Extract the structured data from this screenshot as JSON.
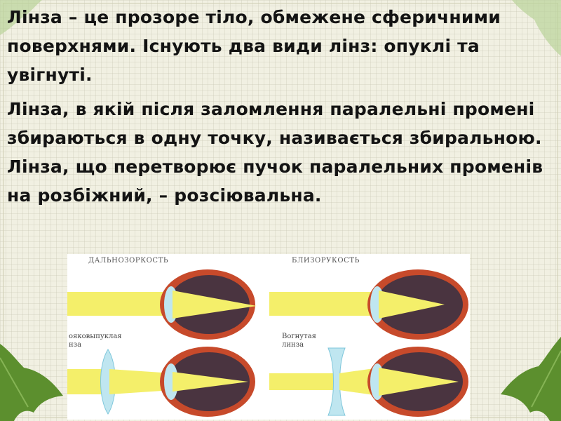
{
  "paragraphs": [
    "Лінза – це прозоре тіло, обмежене сферичними поверхнями. Існують два види лінз: опуклі та  увігнуті.",
    "Лінза, в якій після заломлення паралельні промені збираються в одну точку, називається збиральною. Лінза, що перетворює пучок паралельних променів на розбіжний, – розсіювальна."
  ],
  "figure": {
    "left_label": "ДАЛЬНОЗОРКОСТЬ",
    "right_label": "БЛИЗОРУКОСТЬ",
    "convex_lens_label": "ояковыпуклая\nнза",
    "concave_lens_label": "Вогнутая\nлинза"
  },
  "colors": {
    "text": "#131313",
    "background": "#f1f0e2",
    "beam": "#f4ef6a",
    "lens": "#bfe6f0",
    "eye_outer": "#c74a2b",
    "eye_inner": "#4a3440"
  }
}
